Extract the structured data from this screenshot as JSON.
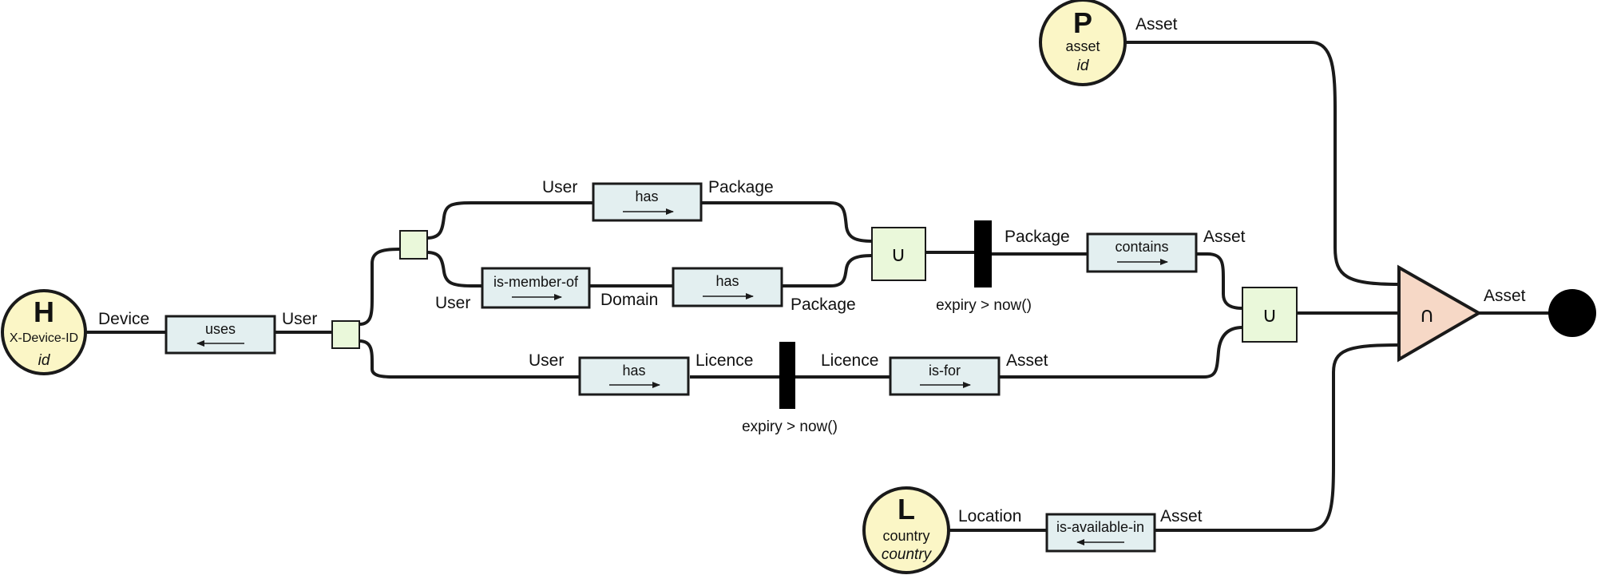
{
  "sources": {
    "h": {
      "letter": "H",
      "name": "X-Device-ID",
      "type": "id"
    },
    "p": {
      "letter": "P",
      "name": "asset",
      "type": "id"
    },
    "l": {
      "letter": "L",
      "name": "country",
      "type": "country"
    }
  },
  "relations": {
    "uses": "uses",
    "has_package": "has",
    "is_member_of": "is-member-of",
    "has_domain_package": "has",
    "contains": "contains",
    "has_licence": "has",
    "is_for": "is-for",
    "is_available_in": "is-available-in"
  },
  "labels": {
    "device": "Device",
    "user_after_uses": "User",
    "user_top": "User",
    "package_top": "Package",
    "user_member": "User",
    "domain": "Domain",
    "package_domain": "Package",
    "package_filtered": "Package",
    "asset_contains": "Asset",
    "user_licence": "User",
    "licence_has": "Licence",
    "licence_filtered": "Licence",
    "asset_isfor": "Asset",
    "asset_p": "Asset",
    "asset_out": "Asset",
    "location": "Location",
    "asset_available": "Asset"
  },
  "filters": {
    "package_expiry": "expiry > now()",
    "licence_expiry": "expiry > now()"
  },
  "operators": {
    "union_symbol": "∪",
    "intersect_symbol": "∩"
  },
  "colors": {
    "source_fill": "#fbf6c6",
    "relation_fill": "#e3eff0",
    "operator_fill": "#eaf8da",
    "intersection_fill": "#f6d8c6",
    "filter_fill": "#000000",
    "sink_fill": "#000000"
  }
}
